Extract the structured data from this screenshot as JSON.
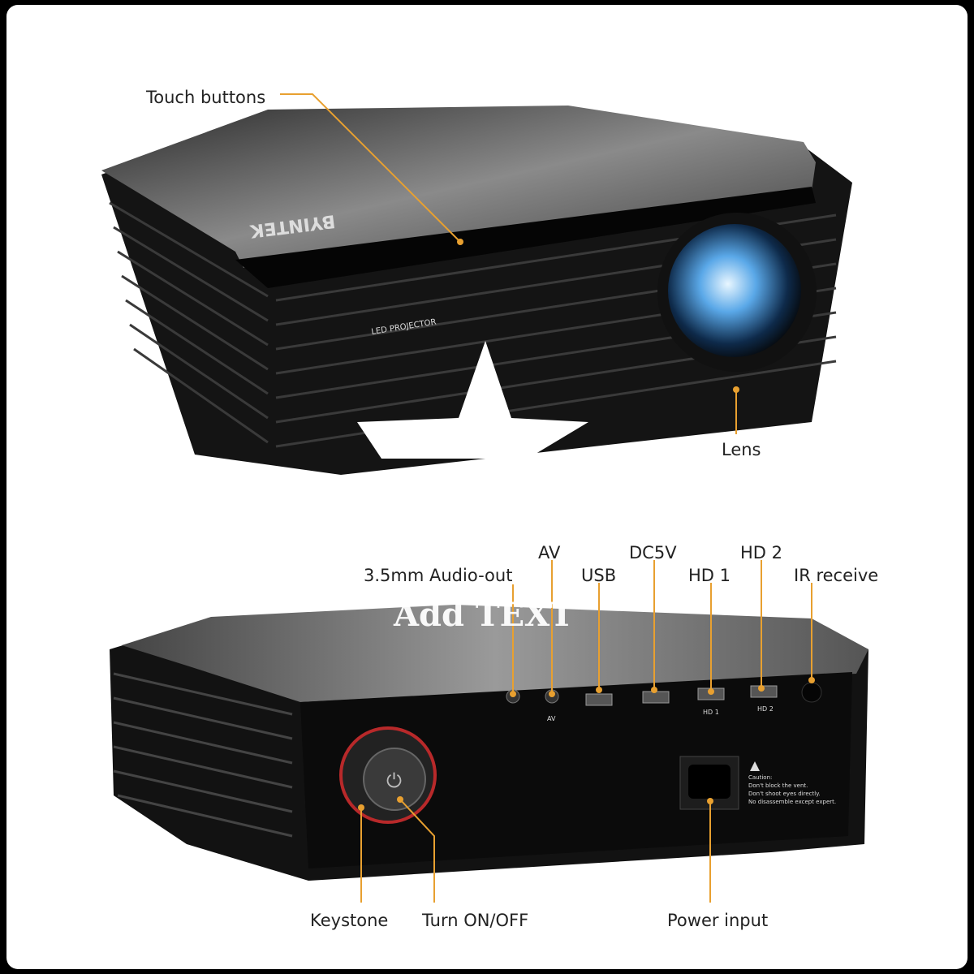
{
  "brand": "BYINTEK",
  "front_badge": "LED PROJECTOR",
  "watermark": "Add TEXT",
  "callout_color": "#e8a030",
  "callouts": {
    "touch_buttons": "Touch buttons",
    "lens": "Lens",
    "audio_out": "3.5mm Audio-out",
    "av": "AV",
    "usb": "USB",
    "dc5v": "DC5V",
    "hd1": "HD 1",
    "hd2": "HD 2",
    "ir_receive": "IR receive",
    "keystone": "Keystone",
    "power_toggle": "Turn ON/OFF",
    "power_input": "Power input"
  },
  "port_labels": {
    "av": "AV",
    "hd1": "HD 1",
    "hd2": "HD 2"
  },
  "caution": {
    "title": "Caution:",
    "lines": [
      "Don't block the vent.",
      "Don't shoot eyes directly.",
      "No disassemble except expert."
    ]
  }
}
